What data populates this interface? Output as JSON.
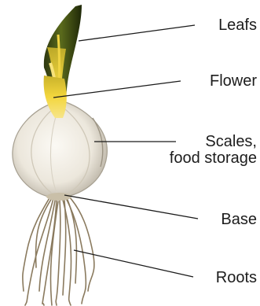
{
  "diagram": {
    "labels": {
      "leafs": "Leafs",
      "flower": "Flower",
      "scales_line1": "Scales,",
      "scales_line2": "food storage",
      "base": "Base",
      "roots": "Roots"
    }
  },
  "colors": {
    "stem_dark": "#2f3a12",
    "stem_yellow": "#e8c832",
    "bulb_white": "#f4f1ea",
    "bulb_shadow": "#b9b2a4",
    "root_tan": "#8a7a5e",
    "leader_line": "#1a1a1a"
  }
}
